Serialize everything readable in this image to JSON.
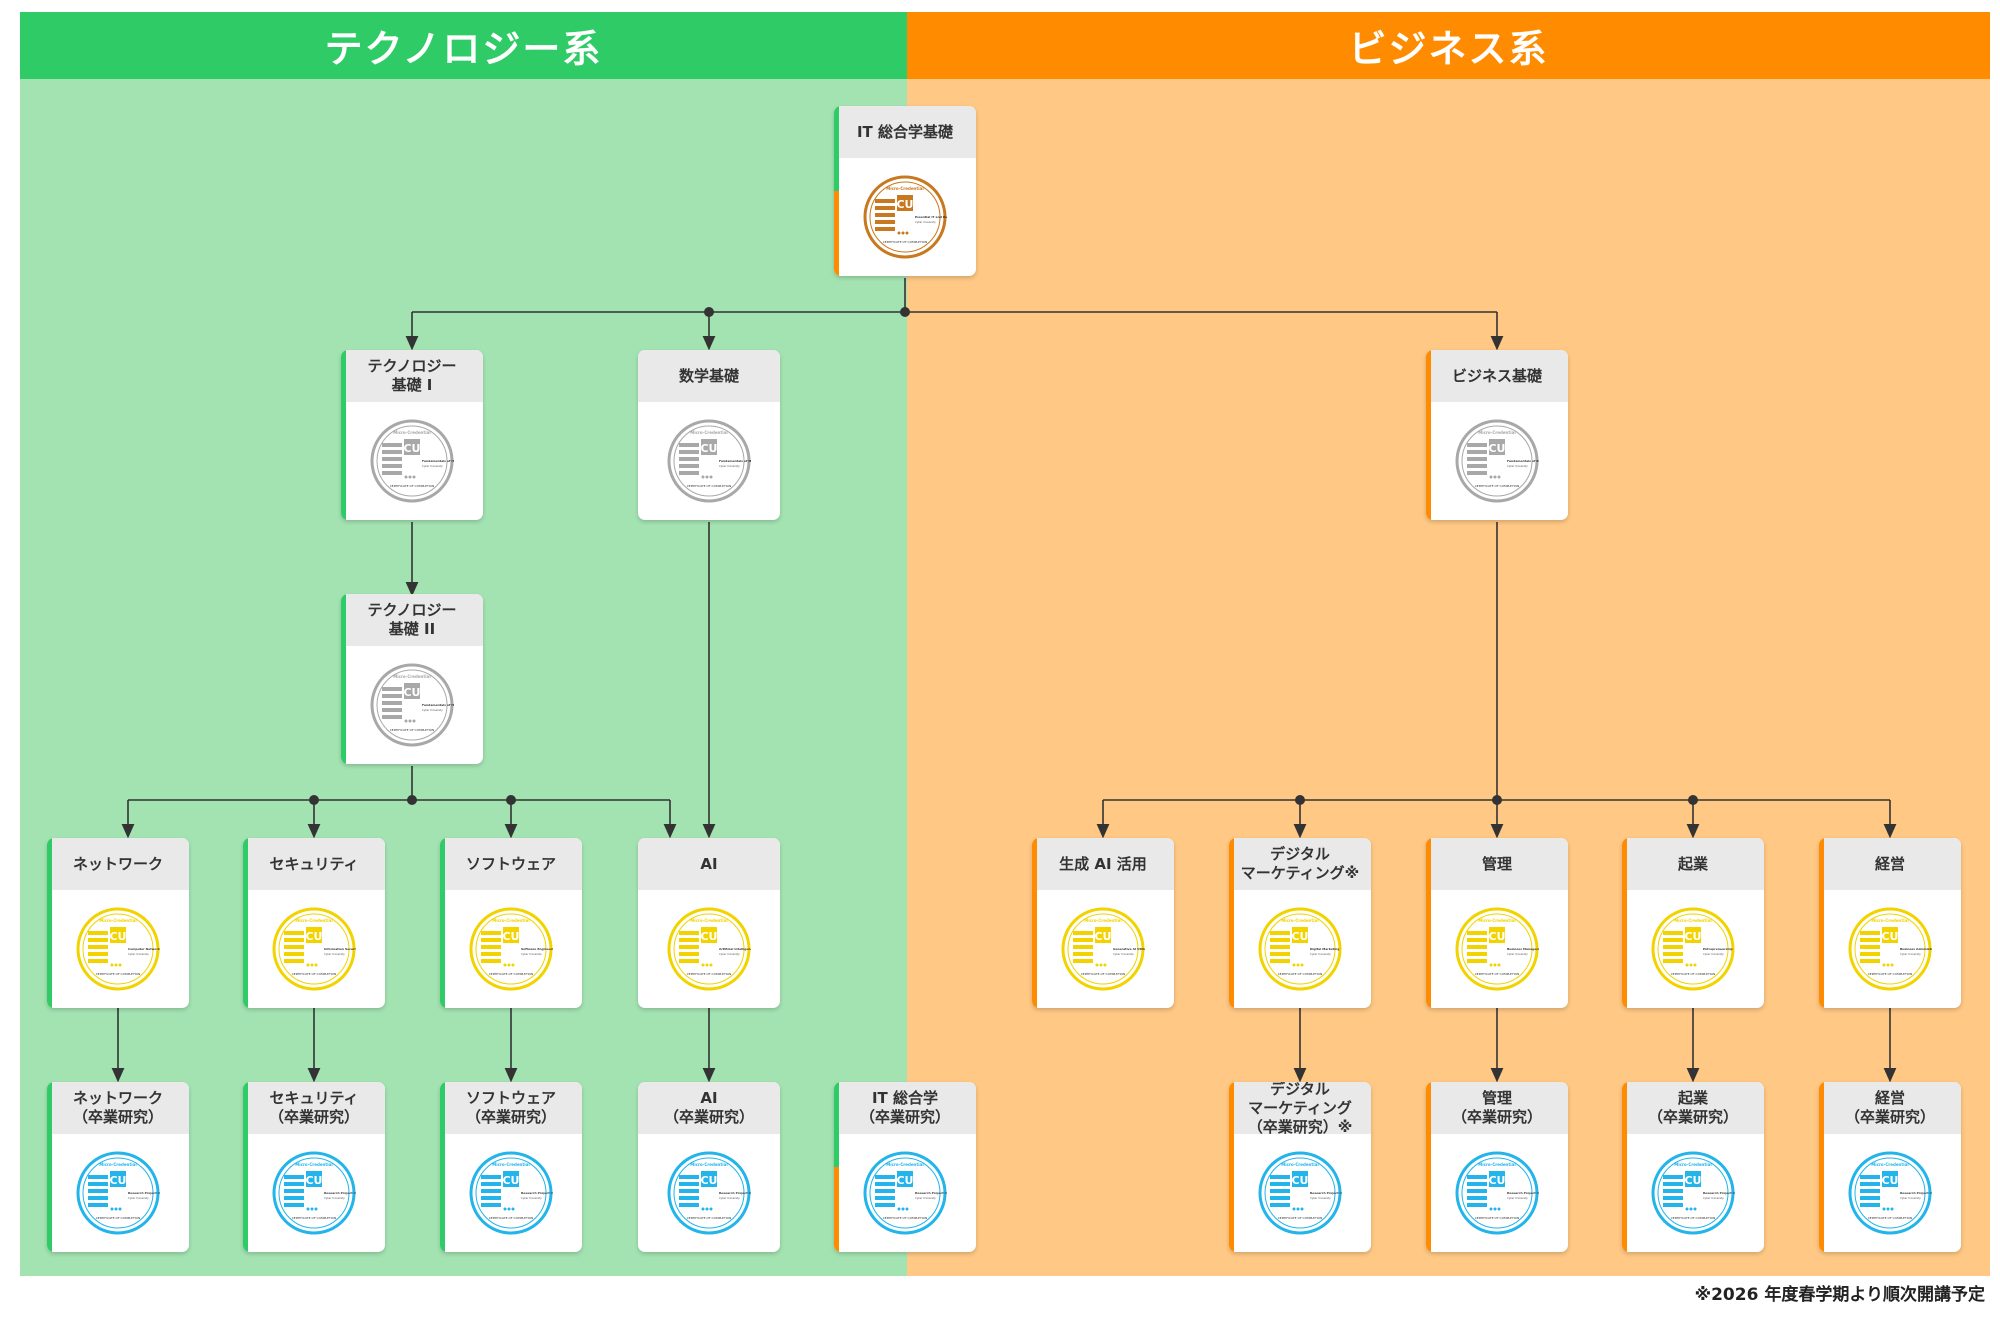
{
  "header": {
    "tech_title": "テクノロジー系",
    "biz_title": "ビジネス系"
  },
  "colors": {
    "tech_header": "#2ecb66",
    "tech_bg": "#a3e3b2",
    "biz_header": "#ff8c00",
    "biz_bg": "#ffc884",
    "green_stripe": "#2ecb66",
    "orange_stripe": "#ff8c00",
    "bronze": "#c8781e",
    "silver": "#a8a8a8",
    "gold": "#f2d300",
    "blue": "#22b4ea",
    "connector": "#333333"
  },
  "cards": {
    "it_general_basics": {
      "title": "IT 総合学基礎",
      "badge": "Essential IT and Business Skills"
    },
    "tech_basics_1": {
      "title": "テクノロジー\n基礎 I",
      "badge": "Fundamentals of IT (Level I)"
    },
    "math_basics": {
      "title": "数学基礎",
      "badge": "Fundamentals of Mathematics"
    },
    "business_basics": {
      "title": "ビジネス基礎",
      "badge": "Fundamentals of Business"
    },
    "tech_basics_2": {
      "title": "テクノロジー\n基礎 II",
      "badge": "Fundamentals of IT (Level II)"
    },
    "network": {
      "title": "ネットワーク",
      "badge": "Computer Networking"
    },
    "security": {
      "title": "セキュリティ",
      "badge": "Information Security"
    },
    "software": {
      "title": "ソフトウェア",
      "badge": "Software Engineering"
    },
    "ai": {
      "title": "AI",
      "badge": "Artificial Intelligence"
    },
    "gen_ai": {
      "title": "生成 AI 活用",
      "badge": "Generative AI Utilization"
    },
    "digital_marketing": {
      "title": "デジタル\nマーケティング※",
      "badge": "Digital Marketing"
    },
    "management": {
      "title": "管理",
      "badge": "Business Management"
    },
    "entrepreneurship": {
      "title": "起業",
      "badge": "Entrepreneurship"
    },
    "administration": {
      "title": "経営",
      "badge": "Business Administration"
    },
    "network_research": {
      "title": "ネットワーク\n（卒業研究）",
      "badge": "Research Project in Computer Networking"
    },
    "security_research": {
      "title": "セキュリティ\n（卒業研究）",
      "badge": "Research Project in Information Security"
    },
    "software_research": {
      "title": "ソフトウェア\n（卒業研究）",
      "badge": "Research Project in Software Engineering"
    },
    "ai_research": {
      "title": "AI\n（卒業研究）",
      "badge": "Research Project in Artificial Intelligence"
    },
    "it_general_research": {
      "title": "IT 総合学\n（卒業研究）",
      "badge": "Research Project in IT and Business"
    },
    "dm_research": {
      "title": "デジタル\nマーケティング\n（卒業研究）※",
      "badge": "Research Project in Digital Marketing"
    },
    "management_research": {
      "title": "管理\n（卒業研究）",
      "badge": "Research Project in Business Management"
    },
    "entrepreneurship_research": {
      "title": "起業\n（卒業研究）",
      "badge": "Research Project in Entrepreneurship"
    },
    "administration_research": {
      "title": "経営\n（卒業研究）",
      "badge": "Research Project in Business Administration"
    }
  },
  "badge_common": {
    "top": "Micro-Credential",
    "logo": "CU",
    "issuer": "Cyber University",
    "bottom": "CERTIFICATE OF COMPLETION"
  },
  "footnote": "※2026 年度春学期より順次開講予定"
}
